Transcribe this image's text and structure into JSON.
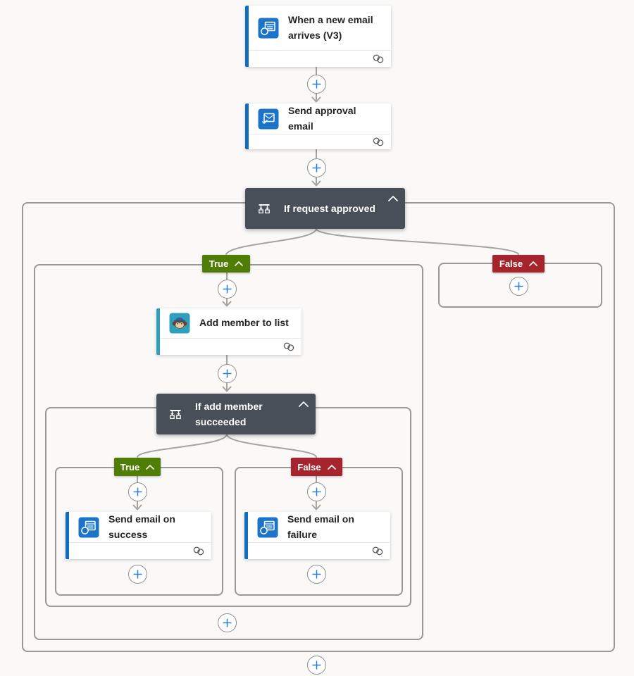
{
  "canvas": {
    "description": "Power Automate flow designer canvas"
  },
  "nodes": {
    "trigger": {
      "title": "When a new email arrives (V3)",
      "connector": "outlook"
    },
    "approval": {
      "title": "Send approval email",
      "connector": "approvals"
    },
    "condition_request": {
      "title": "If request approved"
    },
    "add_member": {
      "title": "Add member to list",
      "connector": "mailchimp"
    },
    "condition_member": {
      "title": "If add member succeeded"
    },
    "email_success": {
      "title": "Send email on success",
      "connector": "outlook"
    },
    "email_failure": {
      "title": "Send email on failure",
      "connector": "outlook"
    }
  },
  "branches": {
    "true_label": "True",
    "false_label": "False"
  },
  "icons": {
    "connection": "connection-link-icon",
    "collapse": "chevron-up-icon",
    "insert": "plus-icon",
    "condition": "condition-branch-icon"
  },
  "colors": {
    "canvas_bg": "#faf9f8",
    "outlook_blue": "#106ebe",
    "icon_blue": "#1b74c8",
    "mailchimp_teal": "#2f9fbc",
    "condition_gray": "#484f58",
    "true_green": "#4f7d06",
    "false_red": "#a4262c",
    "plus_blue": "#0078d4",
    "connector_gray": "#a6a4a2"
  }
}
